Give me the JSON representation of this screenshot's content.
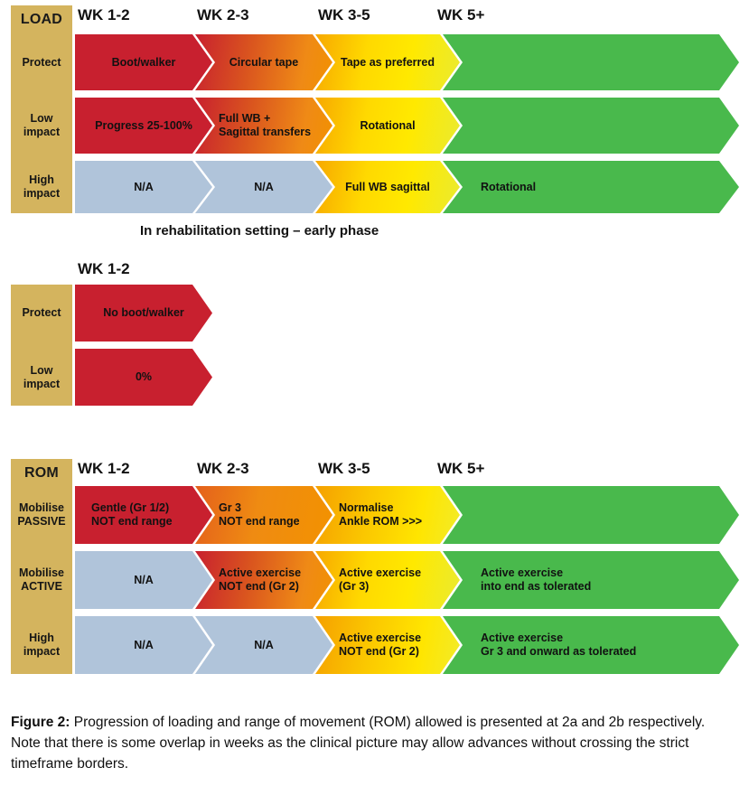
{
  "figure": {
    "caption_label": "Figure 2:",
    "caption_text": " Progression of loading and range of movement (ROM) allowed is presented at 2a and 2b respectively. Note that there is some overlap in weeks as the clinical picture may allow advances without crossing the strict timeframe borders."
  },
  "colors": {
    "label_tan": "#d4b45e",
    "red": "#c8202f",
    "orange": "#f39200",
    "yellow": "#ffe000",
    "green": "#49b94c",
    "blue_grey": "#b0c4da",
    "text": "#111111"
  },
  "load_section": {
    "key": "LOAD",
    "week_headers": [
      "WK 1-2",
      "WK 2-3",
      "WK 3-5",
      "WK 5+"
    ],
    "rows": [
      {
        "label_lines": [
          "Protect"
        ],
        "cells": [
          {
            "text": "Boot/walker",
            "fill": "red",
            "align": "center"
          },
          {
            "text": "Circular tape",
            "fill": "redorg",
            "align": "center"
          },
          {
            "text": "Tape as preferred",
            "fill": "yellow",
            "align": "center"
          },
          {
            "text": "",
            "fill": "green",
            "align": "left"
          }
        ]
      },
      {
        "label_lines": [
          "Low",
          "impact"
        ],
        "cells": [
          {
            "text": "Progress 25-100%",
            "fill": "red",
            "align": "center"
          },
          {
            "text": "Full WB +\nSagittal transfers",
            "fill": "redorg",
            "align": "left"
          },
          {
            "text": "Rotational",
            "fill": "yellow",
            "align": "center"
          },
          {
            "text": "",
            "fill": "green",
            "align": "left"
          }
        ]
      },
      {
        "label_lines": [
          "High",
          "impact"
        ],
        "cells": [
          {
            "text": "N/A",
            "fill": "blue",
            "align": "center"
          },
          {
            "text": "N/A",
            "fill": "blue",
            "align": "center"
          },
          {
            "text": "Full WB sagittal",
            "fill": "yellow",
            "align": "center"
          },
          {
            "text": "Rotational",
            "fill": "green",
            "align": "left"
          }
        ]
      }
    ],
    "footnote": "In rehabilitation setting – early phase"
  },
  "early_section": {
    "week_headers": [
      "WK 1-2"
    ],
    "rows": [
      {
        "label_lines": [
          "Protect"
        ],
        "cells": [
          {
            "text": "No boot/walker",
            "fill": "red",
            "align": "center"
          }
        ]
      },
      {
        "label_lines": [
          "Low",
          "impact"
        ],
        "cells": [
          {
            "text": "0%",
            "fill": "red",
            "align": "center"
          }
        ]
      }
    ]
  },
  "rom_section": {
    "key": "ROM",
    "week_headers": [
      "WK 1-2",
      "WK 2-3",
      "WK 3-5",
      "WK 5+"
    ],
    "rows": [
      {
        "label_lines": [
          "Mobilise",
          "PASSIVE"
        ],
        "cells": [
          {
            "text": "Gentle (Gr 1/2)\nNOT end range",
            "fill": "red",
            "align": "left"
          },
          {
            "text": "Gr 3\nNOT end range",
            "fill": "orange",
            "align": "left"
          },
          {
            "text": "Normalise\nAnkle ROM >>>",
            "fill": "orgyel",
            "align": "left"
          },
          {
            "text": "",
            "fill": "green",
            "align": "left"
          }
        ]
      },
      {
        "label_lines": [
          "Mobilise",
          "ACTIVE"
        ],
        "cells": [
          {
            "text": "N/A",
            "fill": "blue",
            "align": "center"
          },
          {
            "text": "Active exercise\nNOT end (Gr 2)",
            "fill": "redorg",
            "align": "left"
          },
          {
            "text": "Active exercise\n(Gr 3)",
            "fill": "yellow",
            "align": "left"
          },
          {
            "text": "Active exercise\ninto end as tolerated",
            "fill": "green",
            "align": "left"
          }
        ]
      },
      {
        "label_lines": [
          "High",
          "impact"
        ],
        "cells": [
          {
            "text": "N/A",
            "fill": "blue",
            "align": "center"
          },
          {
            "text": "N/A",
            "fill": "blue",
            "align": "center"
          },
          {
            "text": "Active exercise\nNOT end (Gr 2)",
            "fill": "orgyel",
            "align": "left"
          },
          {
            "text": "Active exercise\nGr 3 and onward as tolerated",
            "fill": "green",
            "align": "left"
          }
        ]
      }
    ]
  }
}
